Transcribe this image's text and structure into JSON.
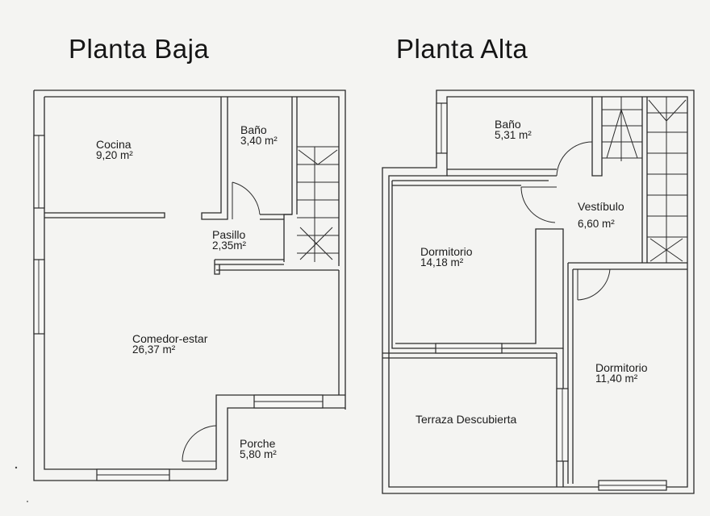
{
  "plans": {
    "ground": {
      "title": "Planta Baja",
      "rooms": {
        "cocina": {
          "name": "Cocina",
          "area": "9,20 m²"
        },
        "bano": {
          "name": "Baño",
          "area": "3,40 m²"
        },
        "pasillo": {
          "name": "Pasillo",
          "area": "2,35m²"
        },
        "comedor": {
          "name": "Comedor-estar",
          "area": "26,37 m²"
        },
        "porche": {
          "name": "Porche",
          "area": "5,80 m²"
        }
      }
    },
    "upper": {
      "title": "Planta Alta",
      "rooms": {
        "bano": {
          "name": "Baño",
          "area": "5,31 m²"
        },
        "vestibulo": {
          "name": "Vestíbulo",
          "area": "6,60 m²"
        },
        "dormitorio1": {
          "name": "Dormitorio",
          "area": "14,18 m²"
        },
        "dormitorio2": {
          "name": "Dormitorio",
          "area": "11,40 m²"
        },
        "terraza": {
          "name": "Terraza Descubierta"
        }
      }
    }
  }
}
